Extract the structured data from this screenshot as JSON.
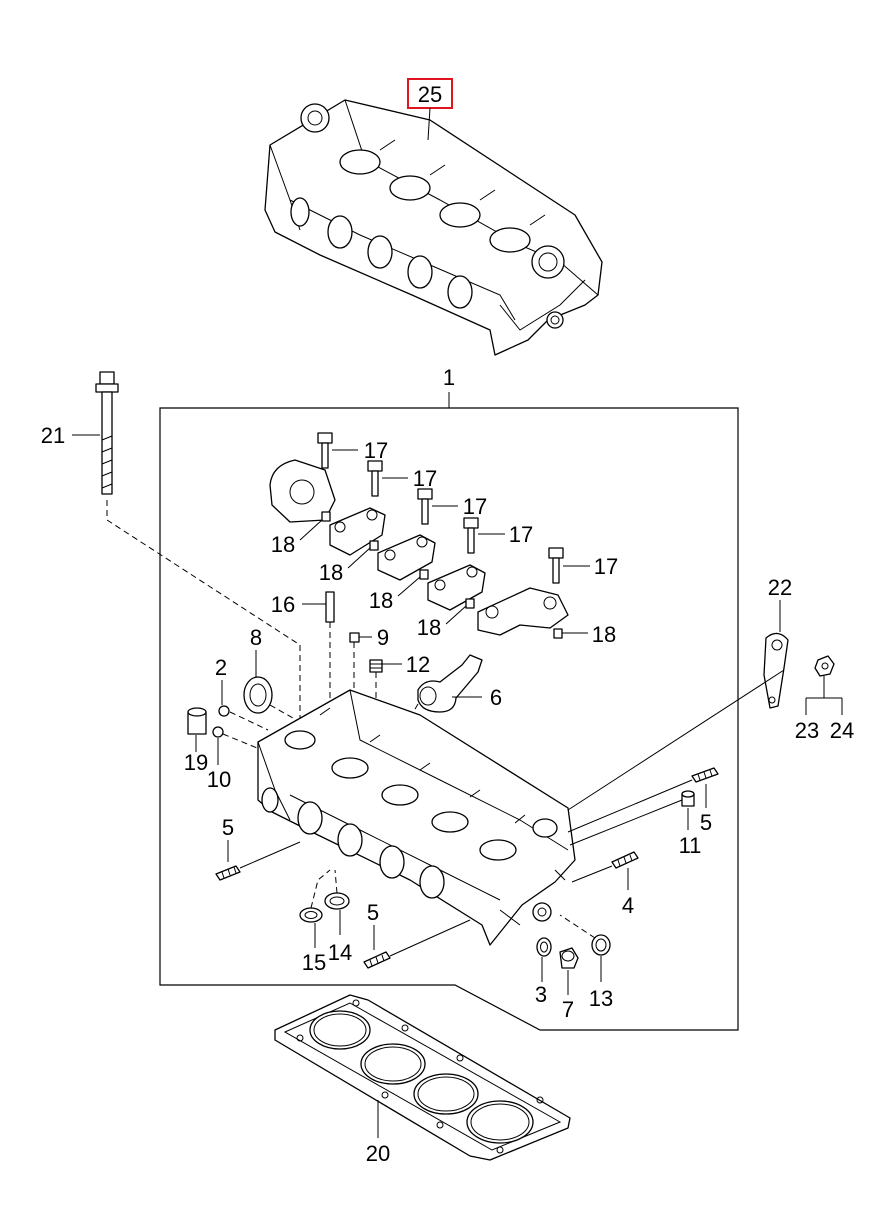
{
  "diagram": {
    "highlight_color": "#e0141e",
    "callouts": {
      "p25": "25",
      "p1": "1",
      "p21": "21",
      "p17a": "17",
      "p17b": "17",
      "p17c": "17",
      "p17d": "17",
      "p17e": "17",
      "p18a": "18",
      "p18b": "18",
      "p18c": "18",
      "p18d": "18",
      "p18e": "18",
      "p16": "16",
      "p8": "8",
      "p9": "9",
      "p12": "12",
      "p6": "6",
      "p2": "2",
      "p19": "19",
      "p10": "10",
      "p22": "22",
      "p23": "23",
      "p24": "24",
      "p5a": "5",
      "p5b": "5",
      "p5c": "5",
      "p11": "11",
      "p4": "4",
      "p15": "15",
      "p14": "14",
      "p3": "3",
      "p7": "7",
      "p13": "13",
      "p20": "20"
    }
  }
}
